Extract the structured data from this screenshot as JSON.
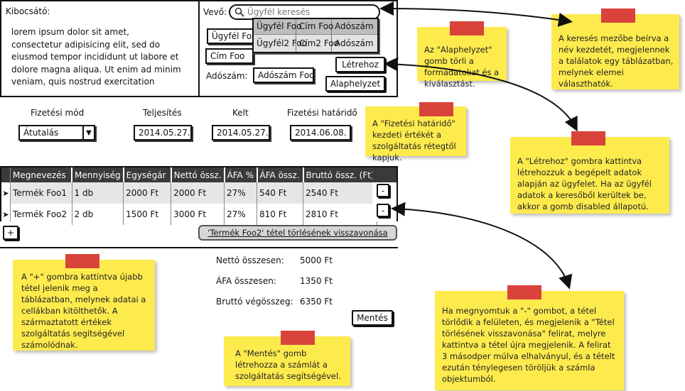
{
  "invoicer": {
    "label": "Kibocsátó:",
    "text": "lorem ipsum dolor sit amet, consectetur adipisicing elit, sed do eiusmod tempor incididunt ut labore et dolore magna aliqua. Ut enim ad minim veniam, quis nostrud exercitation"
  },
  "buyer": {
    "label": "Vevő:",
    "search_placeholder": "Ügyfél keresés",
    "name_field": "Ügyfél Foo",
    "address_field": "Cím Foo",
    "tax_label": "Adószám:",
    "tax_field": "Adószám Foo",
    "create_button": "Létrehoz",
    "reset_button": "Alaphelyzet",
    "results_headers": [
      "Ügyfél Foo",
      "Cím Foo",
      "Adószám"
    ],
    "results_row": [
      "Ügyfél2 Foo",
      "Cím2 Foo",
      "Adószám"
    ]
  },
  "payment": {
    "method_label": "Fizetési mód",
    "method_value": "Átutalás",
    "fulfillment_label": "Teljesítés",
    "fulfillment_value": "2014.05.27.",
    "issue_label": "Kelt",
    "issue_value": "2014.05.27.",
    "deadline_label": "Fizetési határidő",
    "deadline_value": "2014.06.08."
  },
  "items": {
    "headers": [
      "Megnevezés",
      "Mennyiség",
      "Egységár",
      "Nettó össz.",
      "ÁFA %",
      "ÁFA össz.",
      "Bruttó össz. (Ft)"
    ],
    "rows": [
      [
        "Termék Foo1",
        "1 db",
        "2000 Ft",
        "2000 Ft",
        "27%",
        "540 Ft",
        "2540 Ft"
      ],
      [
        "Termék Foo2",
        "2 db",
        "1500 Ft",
        "3000 Ft",
        "27%",
        "810 Ft",
        "2810 Ft"
      ]
    ],
    "remove_label": "-",
    "add_label": "+",
    "undo_link": "'Termék Foo2' tétel törlésének visszavonása"
  },
  "totals": {
    "net_label": "Nettó összesen:",
    "net_value": "5000 Ft",
    "vat_label": "ÁFA összesen:",
    "vat_value": "1350 Ft",
    "gross_label": "Bruttó végösszeg:",
    "gross_value": "6350 Ft",
    "save_button": "Mentés"
  },
  "notes": {
    "reset": "Az \"Alaphelyzet\" gomb törli a formadatokat és a kiválasztást.",
    "search": "A keresés mezőbe beírva a név kezdetét, megjelennek a találatok egy táblázatban, melynek elemei választhatók.",
    "deadline": "A \"Fizetési határidő\" kezdeti értékét a szolgáltatás rétegtől kapjuk.",
    "create": "A \"Létrehoz\" gombra kattintva létrehozzuk a begépelt adatok alapján az ügyfelet. Ha az ügyfél adatok a keresőből kerültek be, akkor a gomb disabled állapotú.",
    "add": "A \"+\" gombra kattintva újabb tétel jelenik meg a táblázatban, melynek adatai a cellákban kitölthetők. A származtatott értékek szolgáltatás segítségével számolódnak.",
    "save": "A \"Mentés\" gomb létrehozza a számlát a szolgáltatás segítségével.",
    "remove": "Ha megnyomtuk a \"-\" gombot, a tétel törlődik a felületen, és megjelenik a \"Tétel törlésének visszavonása\" felirat, melyre kattintva a tétel újra megjelenik. A felirat 3 másodper múlva elhalványul, és a tételt ezután ténylegesen töröljük a számla objektumból."
  },
  "colors": {
    "note_bg": "#fdeb4e",
    "note_tape": "#d9433b",
    "table_header": "#3a3a3a",
    "undo_bar": "#d6d6d6"
  }
}
